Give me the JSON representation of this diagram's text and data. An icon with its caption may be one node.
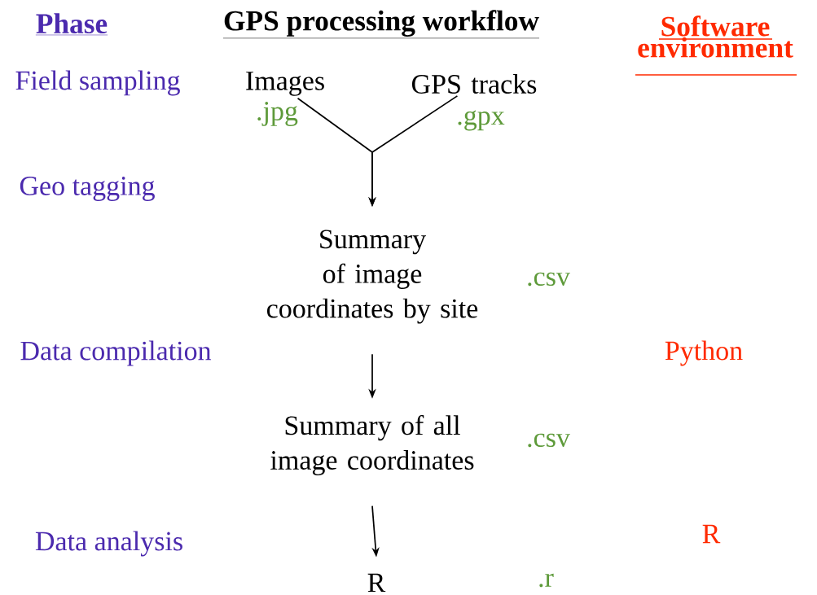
{
  "diagram": {
    "title": "GPS processing workflow",
    "nodes": [
      {
        "text": [
          "Images"
        ],
        "beside": [
          ".jpg"
        ]
      },
      {
        "text": [
          "GPS tracks"
        ],
        "beside": [
          ".gpx"
        ]
      },
      {
        "text": [
          "Summary of image coordinates by site"
        ],
        "beside": [
          ".csv"
        ]
      },
      {
        "text": [
          "Summary of all image coordinates"
        ],
        "beside": [
          ".csv"
        ]
      },
      {
        "text": [
          "R"
        ]
      }
    ],
    "edges": [
      {
        "from": 0,
        "to": 2,
        "arrow": "to"
      },
      {
        "from": 1,
        "to": 2,
        "arrow": "to"
      },
      {
        "from": 2,
        "to": 3,
        "arrow": "to"
      },
      {
        "from": 3,
        "to": 4,
        "arrow": "to"
      }
    ],
    "labels": [
      "Phase",
      "Software environment",
      "Field sampling",
      "Geo tagging",
      "Data compilation",
      "Python",
      "Data analysis",
      "R",
      ".r"
    ]
  }
}
